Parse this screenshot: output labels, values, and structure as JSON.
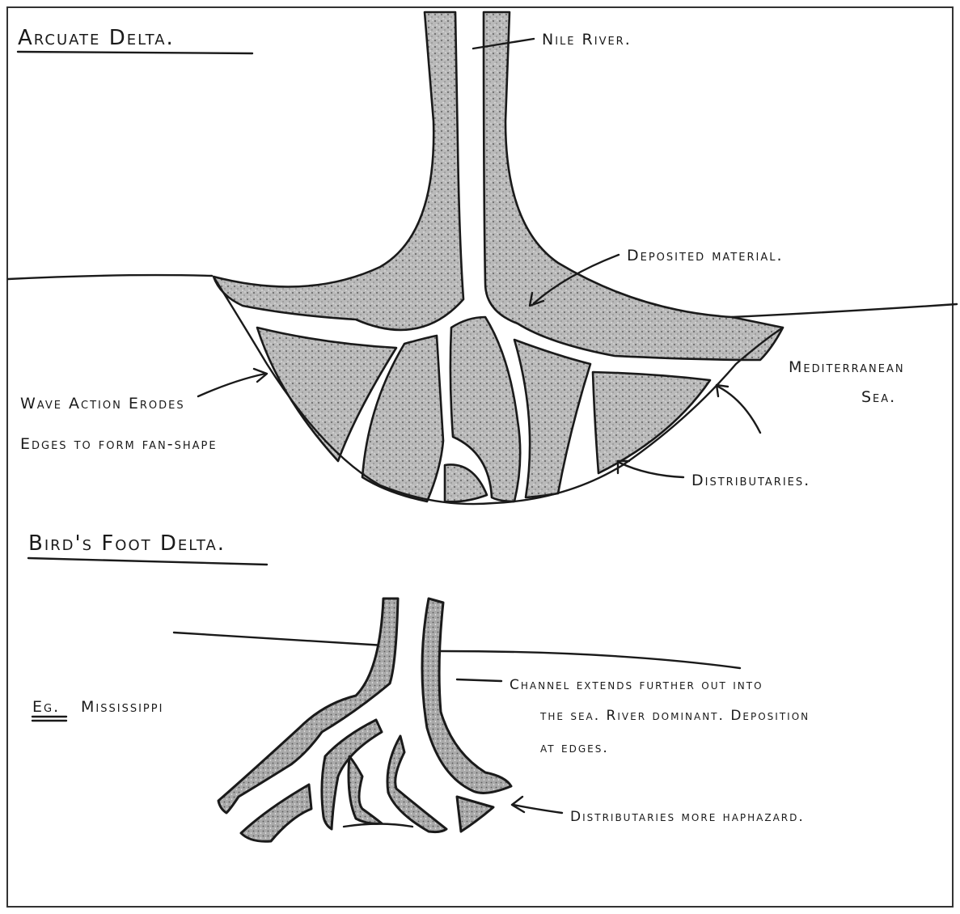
{
  "arcuate": {
    "title": "Arcuate Delta.",
    "labels": {
      "nile_river": "Nile River.",
      "deposited_material": "Deposited material.",
      "mediterranean_line1": "Mediterranean",
      "mediterranean_line2": "Sea.",
      "wave_line1": "Wave Action Erodes",
      "wave_line2": "Edges to form fan-shape",
      "distributaries": "Distributaries."
    }
  },
  "birdsfoot": {
    "title": "Bird's Foot Delta.",
    "labels": {
      "example_prefix": "Eg.",
      "example": "Mississippi",
      "channel_line1": "Channel extends further out into",
      "channel_line2": "the sea. River dominant. Deposition",
      "channel_line3": "at edges.",
      "distributaries": "Distributaries more haphazard."
    }
  }
}
